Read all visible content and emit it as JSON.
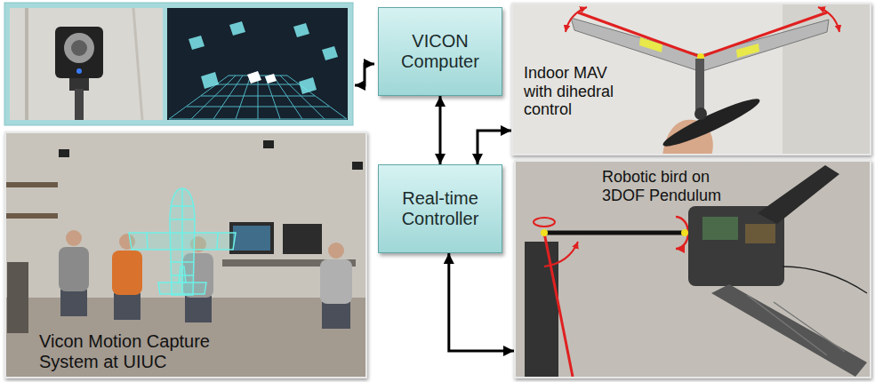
{
  "diagram": {
    "nodes": [
      {
        "text": [
          "VICON Computer"
        ]
      },
      {
        "text": [
          "Indoor MAV with dihedral control"
        ]
      },
      {
        "text": [
          "Vicon Motion Capture System at UIUC"
        ]
      },
      {
        "text": [
          "Real-time Controller"
        ]
      },
      {
        "text": [
          "Robotic bird on 3DOF Pendulum"
        ]
      }
    ],
    "edges": [
      {
        "from": 0,
        "to": 3,
        "arrow": "both"
      },
      {
        "from": 3,
        "to": 1,
        "arrow": "both"
      },
      {
        "from": 3,
        "to": 4,
        "arrow": "both"
      }
    ]
  }
}
